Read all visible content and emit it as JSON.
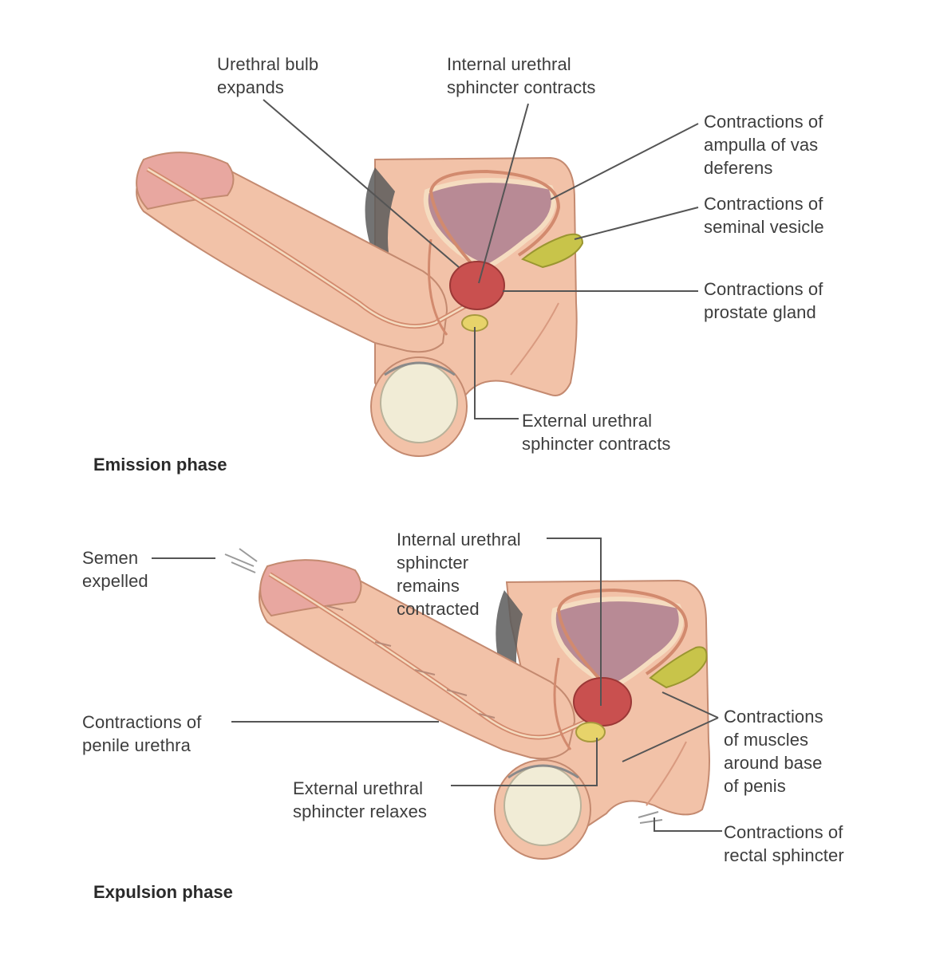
{
  "emission": {
    "phase_title": "Emission phase",
    "labels": {
      "urethral_bulb": "Urethral bulb\nexpands",
      "internal_sphincter": "Internal urethral\nsphincter contracts",
      "ampulla": "Contractions of\nampulla of vas\ndeferens",
      "seminal_vesicle": "Contractions of\nseminal vesicle",
      "prostate": "Contractions of\nprostate gland",
      "external_sphincter": "External urethral\nsphincter contracts"
    }
  },
  "expulsion": {
    "phase_title": "Expulsion phase",
    "labels": {
      "semen": "Semen\nexpelled",
      "internal_sphincter": "Internal urethral\nsphincter\nremains\ncontracted",
      "penile_urethra": "Contractions of\npenile urethra",
      "external_sphincter": "External urethral\nsphincter relaxes",
      "base_muscles": "Contractions\nof muscles\naround base\nof penis",
      "rectal_sphincter": "Contractions of\nrectal sphincter"
    }
  },
  "colors": {
    "skin": "#f2c2a8",
    "skin_shadow": "#d99a80",
    "bladder": "#b88a95",
    "prostate": "#c9504f",
    "seminal_vesicle": "#c8c44a",
    "testis": "#f1ecd6",
    "urethra": "#f5dcc0",
    "hair": "#5a5a5a",
    "leader_line": "#555555"
  }
}
